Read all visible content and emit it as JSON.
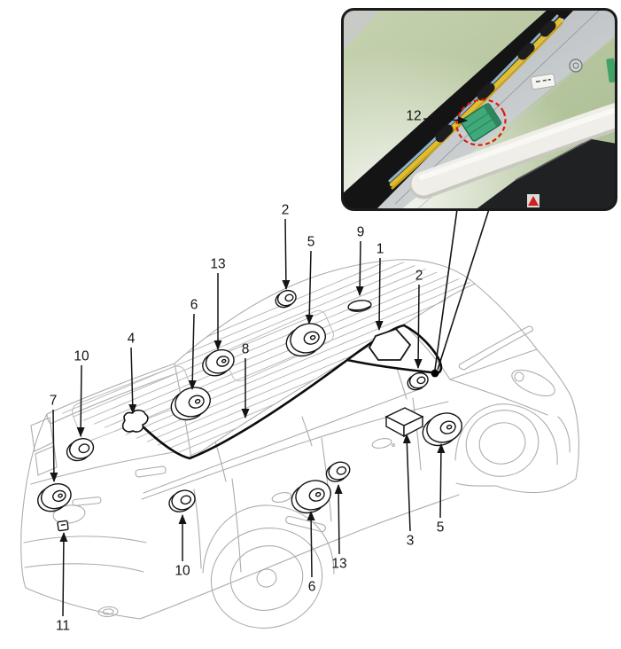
{
  "figure": {
    "kind": "vehicle-component-location-diagram",
    "callout_labels_visible": [
      "1",
      "2",
      "3",
      "4",
      "5",
      "6",
      "7",
      "8",
      "9",
      "10",
      "11",
      "12",
      "13"
    ]
  },
  "callouts": [
    {
      "label": "2"
    },
    {
      "label": "5"
    },
    {
      "label": "13"
    },
    {
      "label": "9"
    },
    {
      "label": "1"
    },
    {
      "label": "2"
    },
    {
      "label": "6"
    },
    {
      "label": "4"
    },
    {
      "label": "10"
    },
    {
      "label": "8"
    },
    {
      "label": "7"
    },
    {
      "label": "11"
    },
    {
      "label": "10"
    },
    {
      "label": "6"
    },
    {
      "label": "13"
    },
    {
      "label": "3"
    },
    {
      "label": "5"
    }
  ],
  "inset": {
    "label": "12"
  },
  "colors": {
    "line_art": "#adadad",
    "callout_ink": "#141414",
    "cable": "#0d0d0d",
    "inset_border": "#1b1b1b",
    "inset_background_green": "#b9c9a3",
    "windshield_black": "#151515",
    "pillar_gray": "#c0c5c8",
    "wire_yellow": "#e2bd2b",
    "wire_blue": "#8fb3cc",
    "module_green": "#3fa97a",
    "highlight_red_dashed": "#e3170d",
    "trim_white": "#efeee8",
    "warning_sticker_red": "#cf1f1f"
  }
}
